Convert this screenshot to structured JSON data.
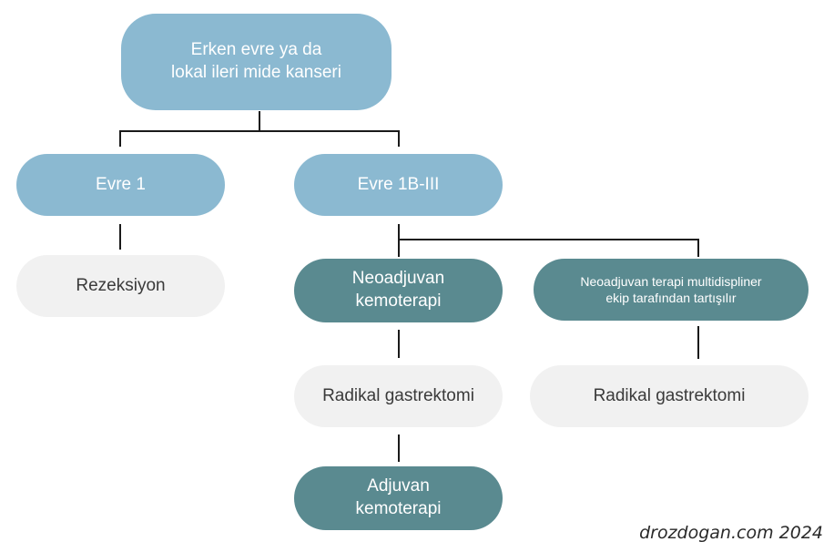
{
  "nodes": {
    "root": "Erken evre ya da\nlokal ileri mide kanseri",
    "stage1": "Evre 1",
    "stage1b3": "Evre 1B-III",
    "resection": "Rezeksiyon",
    "neo_chemo": "Neoadjuvan\nkemoterapi",
    "neo_discussed": "Neoadjuvan terapi multidispliner\nekip tarafından tartışılır",
    "radical_left": "Radikal gastrektomi",
    "radical_right": "Radikal gastrektomi",
    "adj_chemo": "Adjuvan\nkemoterapi"
  },
  "credit": "drozdogan.com 2024",
  "colors": {
    "light_blue": "#8bb9d1",
    "teal": "#5a8a90",
    "grey": "#f1f1f1",
    "connector": "#1a1a1a"
  }
}
